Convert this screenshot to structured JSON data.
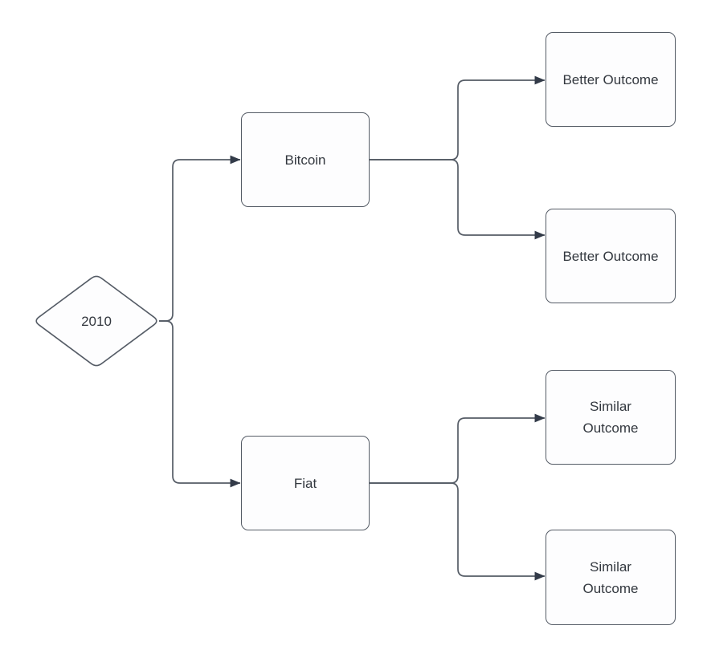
{
  "diagram": {
    "nodes": {
      "decision": {
        "label": "2010",
        "shape": "diamond"
      },
      "bitcoin": {
        "label": "Bitcoin",
        "shape": "rounded-rectangle"
      },
      "fiat": {
        "label": "Fiat",
        "shape": "rounded-rectangle"
      },
      "bitcoin_outcome_top": {
        "label": "Better Outcome",
        "shape": "rounded-rectangle"
      },
      "bitcoin_outcome_bottom": {
        "label": "Better Outcome",
        "shape": "rounded-rectangle"
      },
      "fiat_outcome_top": {
        "label": "Similar Outcome",
        "shape": "rounded-rectangle"
      },
      "fiat_outcome_bottom": {
        "label": "Similar Outcome",
        "shape": "rounded-rectangle"
      }
    },
    "edges": [
      {
        "from": "decision",
        "to": "bitcoin"
      },
      {
        "from": "decision",
        "to": "fiat"
      },
      {
        "from": "bitcoin",
        "to": "bitcoin_outcome_top"
      },
      {
        "from": "bitcoin",
        "to": "bitcoin_outcome_bottom"
      },
      {
        "from": "fiat",
        "to": "fiat_outcome_top"
      },
      {
        "from": "fiat",
        "to": "fiat_outcome_bottom"
      }
    ],
    "colors": {
      "background": "#ffffff",
      "node_fill": "#fdfdfe",
      "node_border": "#555c66",
      "edge_stroke": "#555c66",
      "arrowhead": "#333b49",
      "text": "#33383f"
    }
  }
}
